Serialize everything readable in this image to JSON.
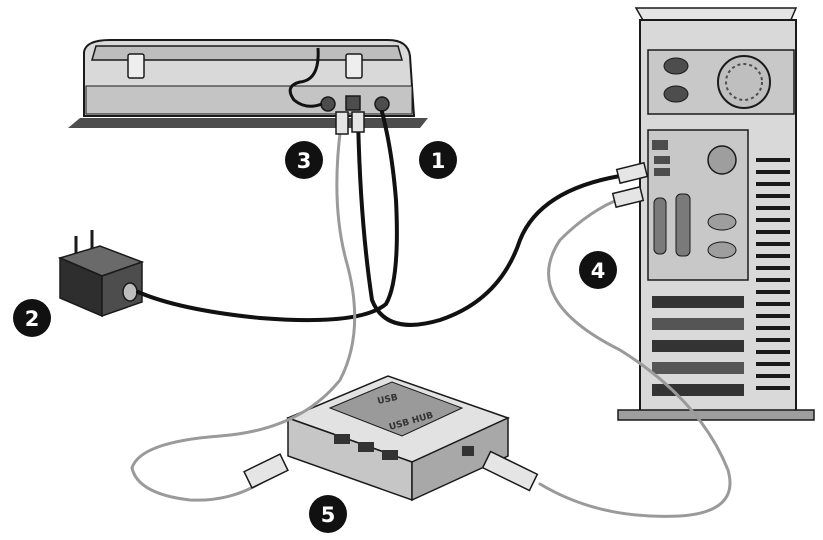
{
  "colors": {
    "outline": "#1a1a1a",
    "device_light": "#d9d9d9",
    "device_mid": "#b3b3b3",
    "device_dark": "#4d4d4d",
    "cable_dark": "#111111",
    "cable_light": "#9a9a9a",
    "badge": "#111111",
    "background": "#ffffff"
  },
  "hub": {
    "logo": "USB",
    "label": "USB HUB"
  },
  "steps": [
    {
      "number": "1",
      "icon": "step-number-1-badge"
    },
    {
      "number": "2",
      "icon": "step-number-2-badge"
    },
    {
      "number": "3",
      "icon": "step-number-3-badge"
    },
    {
      "number": "4",
      "icon": "step-number-4-badge"
    },
    {
      "number": "5",
      "icon": "step-number-5-badge"
    }
  ]
}
